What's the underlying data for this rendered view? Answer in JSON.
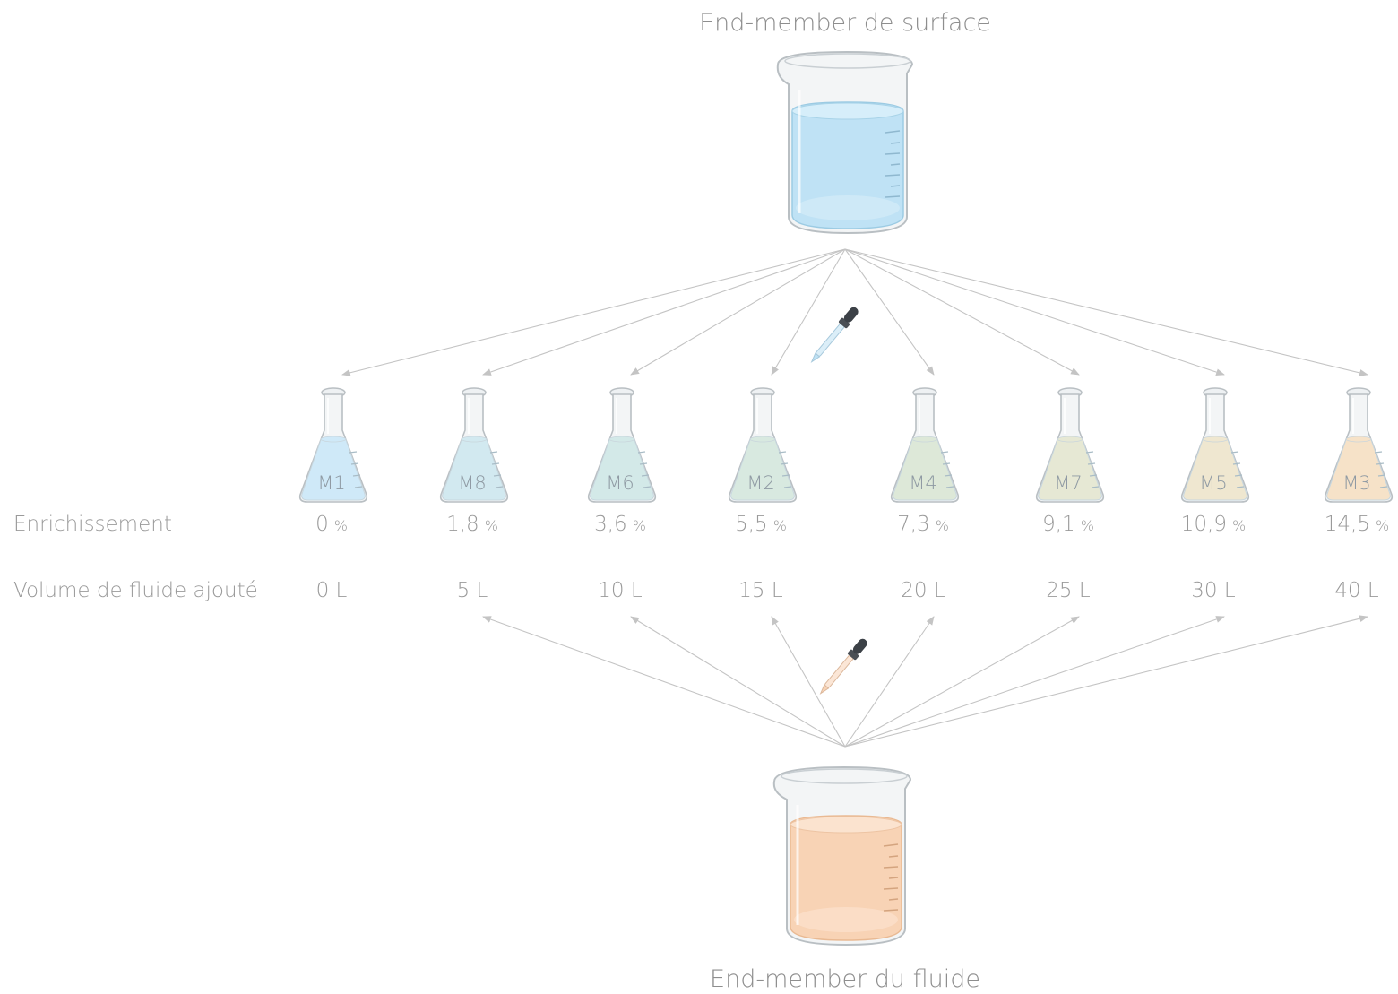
{
  "titles": {
    "top": "End-member de surface",
    "bottom": "End-member du fluide"
  },
  "row_labels": {
    "enrichment": "Enrichissement",
    "volume": "Volume de fluide ajouté"
  },
  "flasks": [
    {
      "label": "M1",
      "enrichment": "0",
      "volume": "0 L",
      "liquid": "#cfe9f8",
      "receives_fluid": false
    },
    {
      "label": "M8",
      "enrichment": "1,8",
      "volume": "5 L",
      "liquid": "#d2e9f0",
      "receives_fluid": true
    },
    {
      "label": "M6",
      "enrichment": "3,6",
      "volume": "10 L",
      "liquid": "#d3e9e8",
      "receives_fluid": true
    },
    {
      "label": "M2",
      "enrichment": "5,5",
      "volume": "15 L",
      "liquid": "#d8e9e0",
      "receives_fluid": true
    },
    {
      "label": "M4",
      "enrichment": "7,3",
      "volume": "20 L",
      "liquid": "#dde8d8",
      "receives_fluid": true
    },
    {
      "label": "M7",
      "enrichment": "9,1",
      "volume": "25 L",
      "liquid": "#e6e8d4",
      "receives_fluid": true
    },
    {
      "label": "M5",
      "enrichment": "10,9",
      "volume": "30 L",
      "liquid": "#efe7d0",
      "receives_fluid": true
    },
    {
      "label": "M3",
      "enrichment": "14,5",
      "volume": "40 L",
      "liquid": "#f6e2c8",
      "receives_fluid": true
    }
  ],
  "percent_sign": "%",
  "colors": {
    "surface_water": "#bfe2f5",
    "fluid": "#f8d3b5",
    "arrow": "#c4c4c4",
    "text": "#9a9a9a"
  },
  "icons": {
    "beakers": "beaker-icon",
    "flasks": "erlenmeyer-flask-icon",
    "droppers": "pipette-dropper-icon"
  }
}
